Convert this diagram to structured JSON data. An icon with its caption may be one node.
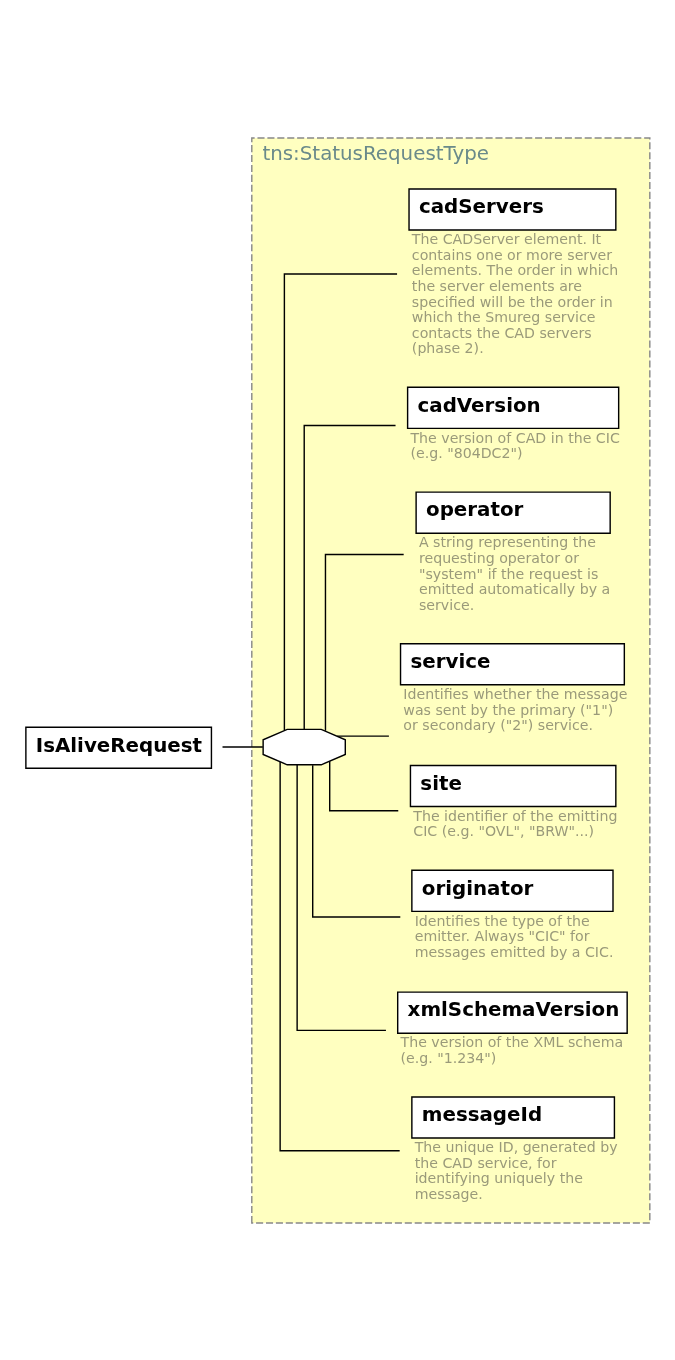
{
  "diagram": {
    "nodes": [
      {
        "text": [
          "IsAliveRequest"
        ]
      },
      {
        "text": [
          "tns:StatusRequestType"
        ]
      },
      {
        "text": [],
        "shape": "octagon",
        "in": 1
      },
      {
        "text": [
          "messageId"
        ],
        "in": 1,
        "beside": [
          "The unique ID, generated by the CAD service, for identifying uniquely the message."
        ]
      },
      {
        "text": [
          "xmlSchemaVersion"
        ],
        "in": 1,
        "beside": [
          "The version of the XML schema (e.g. \"1.234\")"
        ]
      },
      {
        "text": [
          "originator"
        ],
        "in": 1,
        "beside": [
          "Identifies the type of the emitter. Always \"CIC\" for messages emitted by a CIC."
        ]
      },
      {
        "text": [
          "site"
        ],
        "in": 1,
        "beside": [
          "The identifier of the emitting CIC (e.g. \"OVL\", \"BRW\"...)"
        ]
      },
      {
        "text": [
          "service"
        ],
        "in": 1,
        "beside": [
          "Identifies whether the message was sent by the primary (\"1\") or secondary (\"2\") service."
        ]
      },
      {
        "text": [
          "operator"
        ],
        "in": 1,
        "beside": [
          "A string representing the requesting operator or \"system\" if the request is emitted automatically by a service."
        ]
      },
      {
        "text": [
          "cadVersion"
        ],
        "in": 1,
        "beside": [
          "The version of CAD in the CIC (e.g. \"804DC2\")"
        ]
      },
      {
        "text": [
          "cadServers"
        ],
        "in": 1,
        "beside": [
          "The CADServer element. It contains one or more server elements. The order in which the server elements are specified will be the order in which the Smureg service contacts the CAD servers (phase 2)."
        ]
      }
    ],
    "edges": [
      {
        "from": 0,
        "to": 2,
        "arrow": "none"
      },
      {
        "from": 2,
        "to": 3,
        "arrow": "none"
      },
      {
        "from": 2,
        "to": 4,
        "arrow": "none"
      },
      {
        "from": 2,
        "to": 5,
        "arrow": "none"
      },
      {
        "from": 2,
        "to": 6,
        "arrow": "none"
      },
      {
        "from": 2,
        "to": 7,
        "arrow": "none"
      },
      {
        "from": 2,
        "to": 8,
        "arrow": "none"
      },
      {
        "from": 2,
        "to": 9,
        "arrow": "none"
      },
      {
        "from": 2,
        "to": 10,
        "arrow": "none"
      }
    ]
  }
}
